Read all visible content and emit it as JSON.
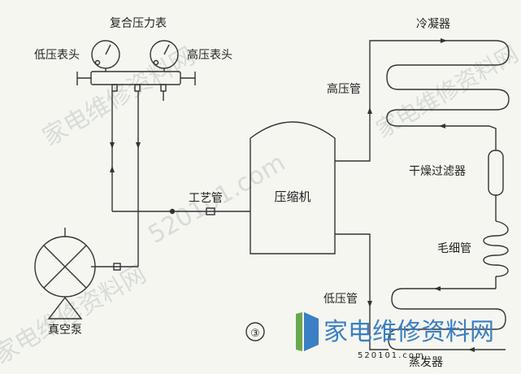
{
  "labels": {
    "compound_gauge": "复合压力表",
    "low_gauge": "低压表头",
    "high_gauge": "高压表头",
    "high_pipe": "高压管",
    "condenser": "冷凝器",
    "drier_filter": "干燥过滤器",
    "capillary": "毛细管",
    "process_pipe": "工艺管",
    "compressor": "压缩机",
    "low_pipe": "低压管",
    "evaporator": "蒸发器",
    "vacuum_pump": "真空泵",
    "figure_number": "③"
  },
  "watermark": {
    "site_a": "家电维修资料网",
    "site_b": "520101.com",
    "logo_text": "家电维修资料网",
    "logo_url": "520101.com"
  },
  "colors": {
    "line": "#333333",
    "logo_blue": "#3b7fc4",
    "logo_green": "#6aa84f",
    "watermark": "#d7dcd6"
  }
}
